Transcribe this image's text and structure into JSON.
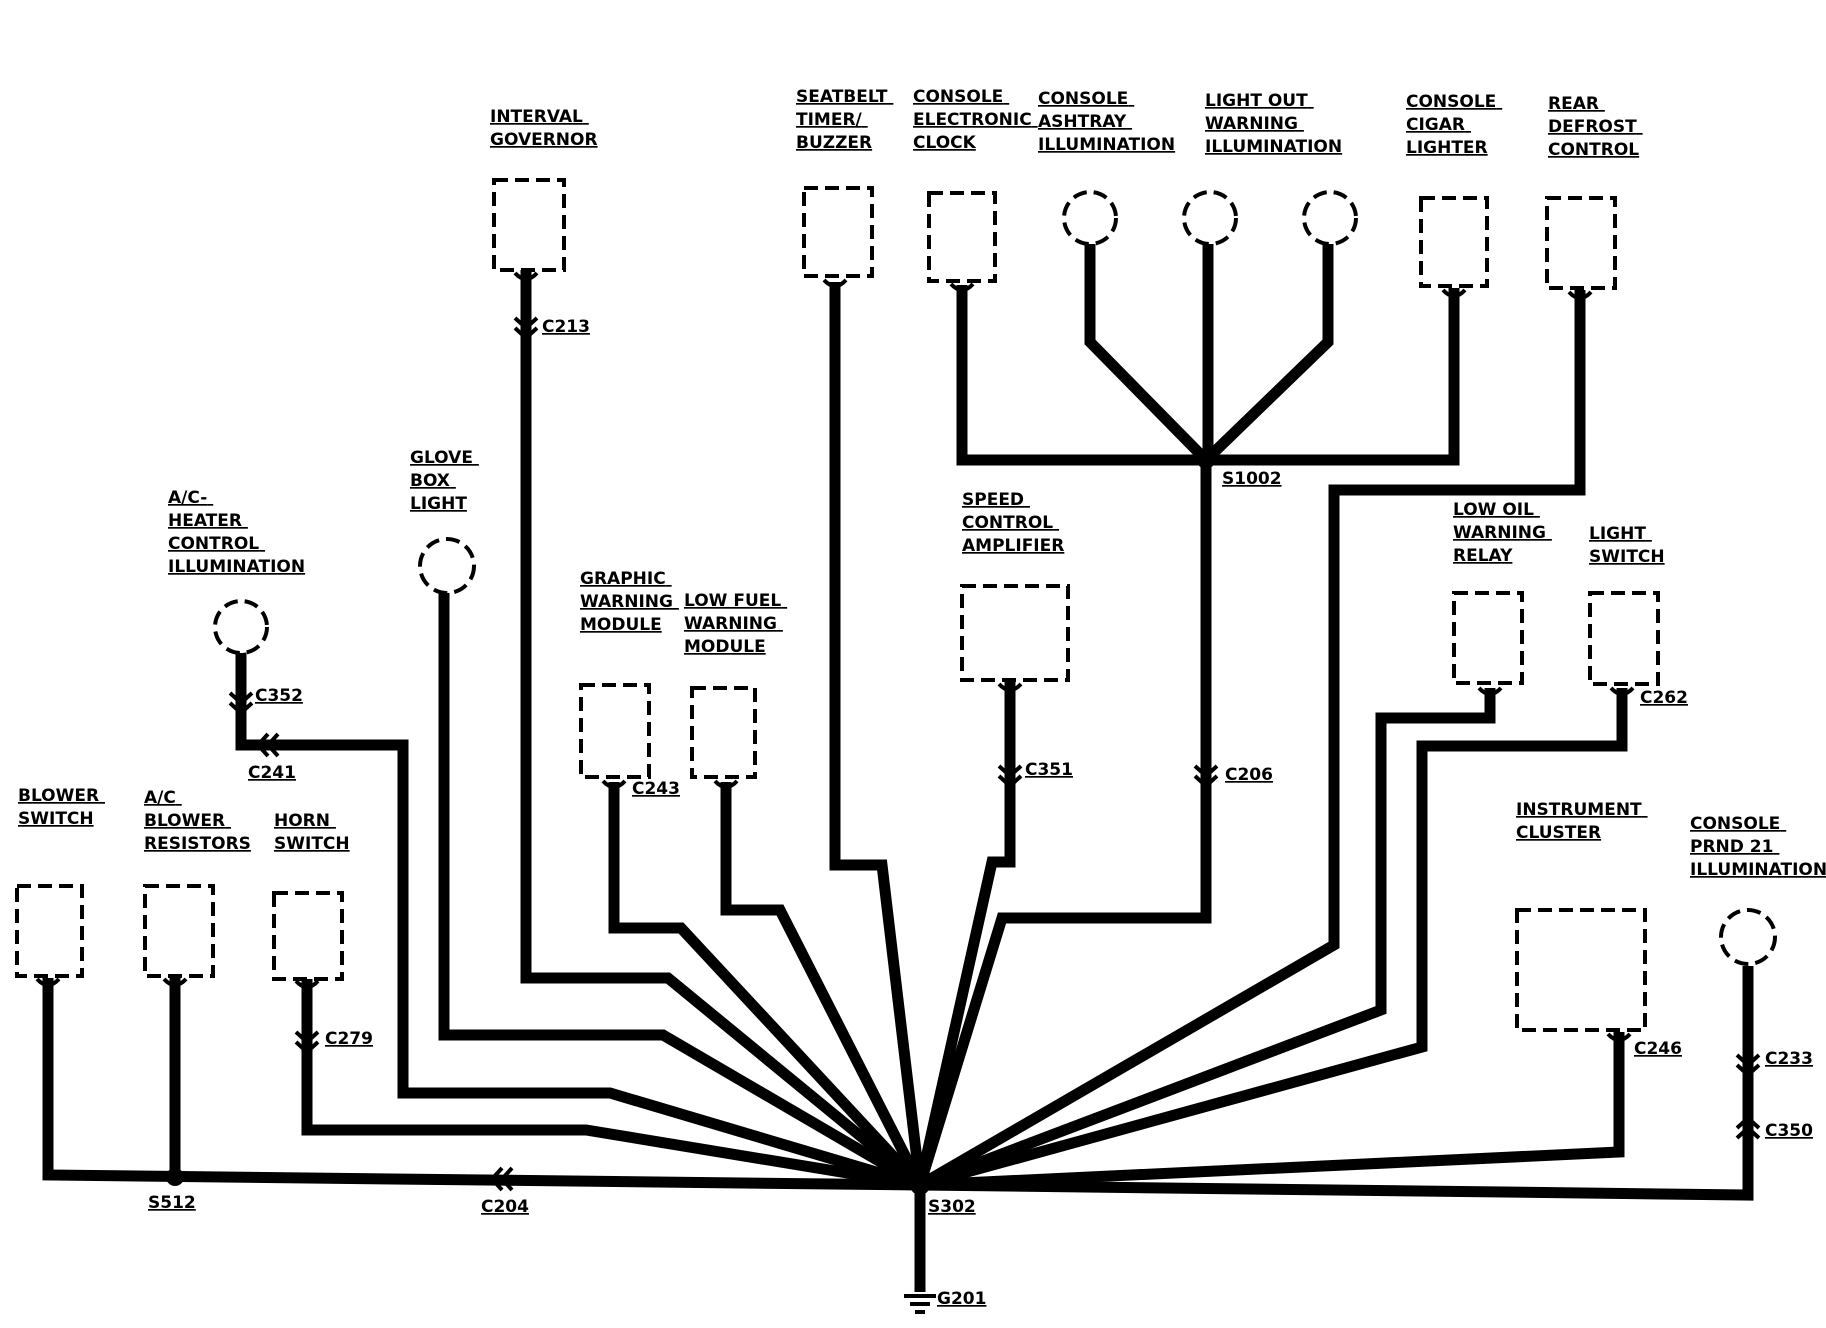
{
  "components": {
    "interval_governor": [
      "INTERVAL",
      "GOVERNOR"
    ],
    "seatbelt_timer": [
      "SEATBELT",
      "TIMER/",
      "BUZZER"
    ],
    "console_clock": [
      "CONSOLE",
      "ELECTRONIC",
      "CLOCK"
    ],
    "console_ashtray": [
      "CONSOLE",
      "ASHTRAY",
      "ILLUMINATION"
    ],
    "light_out": [
      "LIGHT OUT",
      "WARNING",
      "ILLUMINATION"
    ],
    "cigar_lighter": [
      "CONSOLE",
      "CIGAR",
      "LIGHTER"
    ],
    "rear_defrost": [
      "REAR",
      "DEFROST",
      "CONTROL"
    ],
    "glove_box": [
      "GLOVE",
      "BOX",
      "LIGHT"
    ],
    "ac_heater": [
      "A/C-",
      "HEATER",
      "CONTROL",
      "ILLUMINATION"
    ],
    "graphic_warning": [
      "GRAPHIC",
      "WARNING",
      "MODULE"
    ],
    "low_fuel": [
      "LOW FUEL",
      "WARNING",
      "MODULE"
    ],
    "speed_control": [
      "SPEED",
      "CONTROL",
      "AMPLIFIER"
    ],
    "low_oil": [
      "LOW OIL",
      "WARNING",
      "RELAY"
    ],
    "light_switch": [
      "LIGHT",
      "SWITCH"
    ],
    "blower_switch": [
      "BLOWER",
      "SWITCH"
    ],
    "ac_blower": [
      "A/C",
      "BLOWER",
      "RESISTORS"
    ],
    "horn_switch": [
      "HORN",
      "SWITCH"
    ],
    "instrument_cluster": [
      "INSTRUMENT",
      "CLUSTER"
    ],
    "console_prnd": [
      "CONSOLE",
      "PRND 21",
      "ILLUMINATION"
    ]
  },
  "connectors": {
    "c213": "C213",
    "c352": "C352",
    "c241": "C241",
    "c243": "C243",
    "c351": "C351",
    "c206": "C206",
    "s1002": "S1002",
    "c262": "C262",
    "c279": "C279",
    "s512": "S512",
    "c204": "C204",
    "s302": "S302",
    "g201": "G201",
    "c246": "C246",
    "c233": "C233",
    "c350": "C350"
  }
}
